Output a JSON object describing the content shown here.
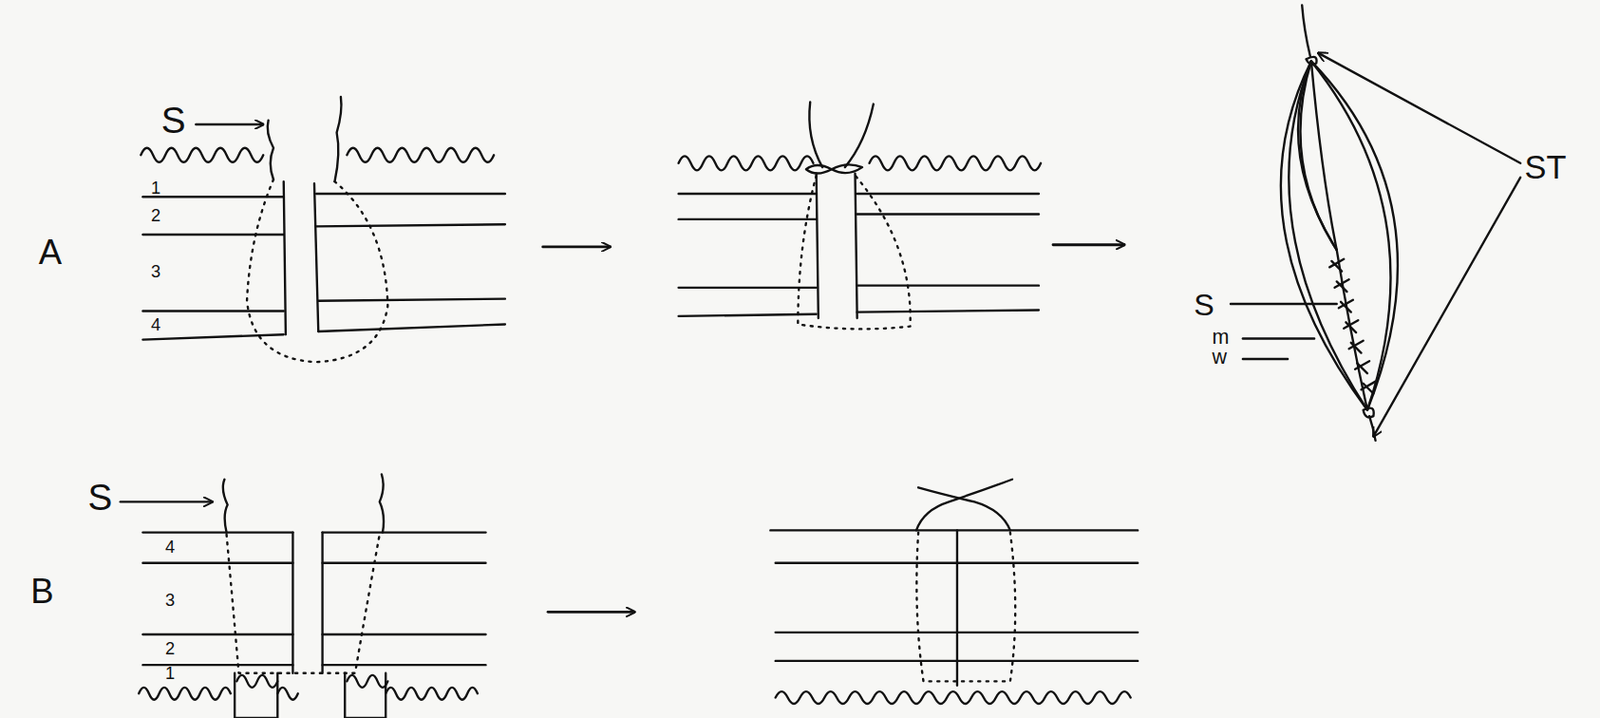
{
  "diagram": {
    "labels": [
      "S",
      "A",
      "1",
      "2",
      "3",
      "4",
      "ST",
      "S",
      "m",
      "w",
      "S",
      "B",
      "4",
      "3",
      "2",
      "1"
    ]
  }
}
